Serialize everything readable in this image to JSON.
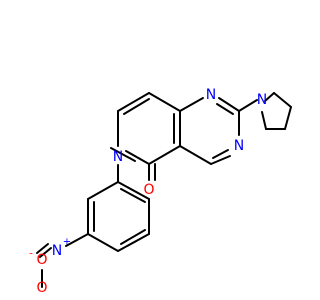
{
  "molecule": {
    "colors": {
      "bond": "#000000",
      "nitrogen": "#0000ff",
      "oxygen": "#ff0000",
      "carbon": "#000000"
    },
    "atoms": {
      "n1": "N",
      "n3": "N",
      "n6": "N",
      "n_pyrrolidine": "N",
      "o_carbonyl": "O",
      "n_nitro": "N",
      "nitro_plus": "+",
      "o_nitro_minus": "O",
      "nitro_minus": "-",
      "o_nitro": "O"
    }
  }
}
